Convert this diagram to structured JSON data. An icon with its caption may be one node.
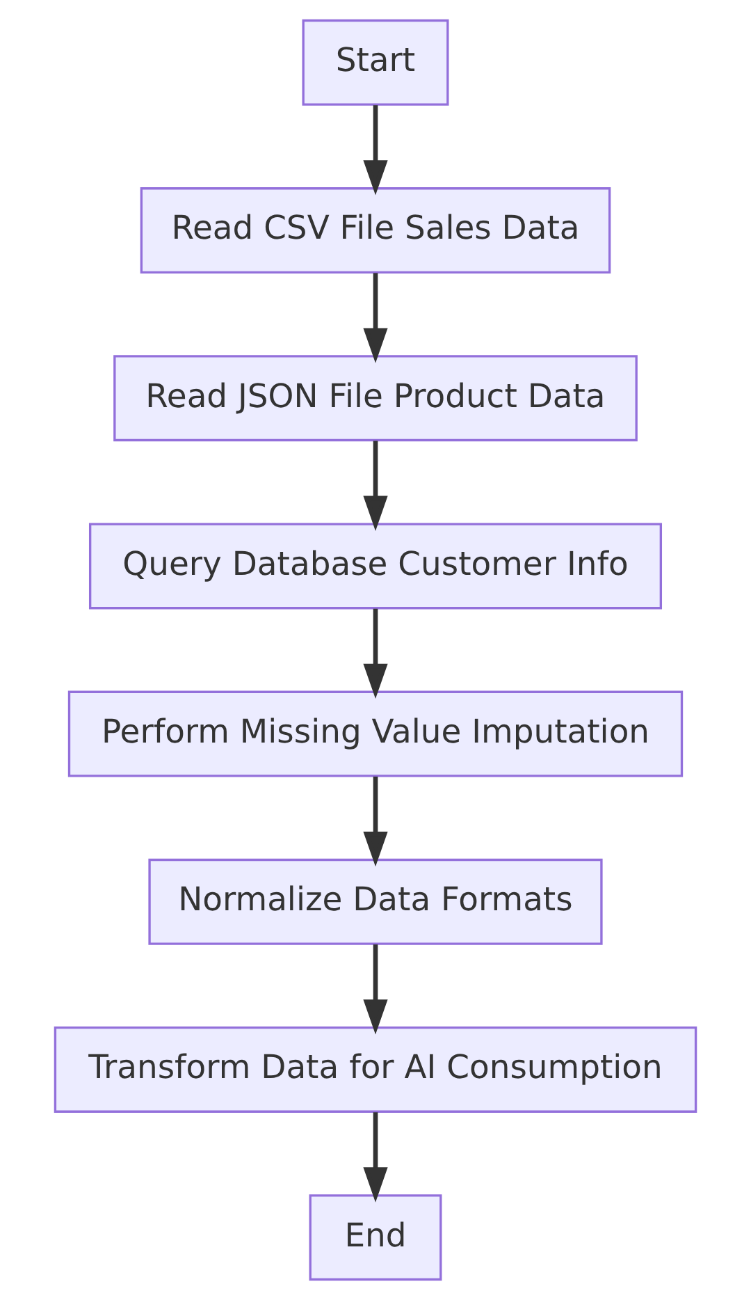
{
  "diagram": {
    "nodes": [
      {
        "text": [
          "Start"
        ]
      },
      {
        "text": [
          "Read CSV File Sales Data"
        ]
      },
      {
        "text": [
          "Read JSON File Product Data"
        ]
      },
      {
        "text": [
          "Query Database Customer Info"
        ]
      },
      {
        "text": [
          "Perform Missing Value Imputation"
        ]
      },
      {
        "text": [
          "Normalize Data Formats"
        ]
      },
      {
        "text": [
          "Transform Data for AI Consumption"
        ]
      },
      {
        "text": [
          "End"
        ]
      }
    ],
    "edges": [
      {
        "from": 0,
        "to": 1,
        "arrow": "to"
      },
      {
        "from": 1,
        "to": 2,
        "arrow": "to"
      },
      {
        "from": 2,
        "to": 3,
        "arrow": "to"
      },
      {
        "from": 3,
        "to": 4,
        "arrow": "to"
      },
      {
        "from": 4,
        "to": 5,
        "arrow": "to"
      },
      {
        "from": 5,
        "to": 6,
        "arrow": "to"
      },
      {
        "from": 6,
        "to": 7,
        "arrow": "to"
      }
    ]
  }
}
